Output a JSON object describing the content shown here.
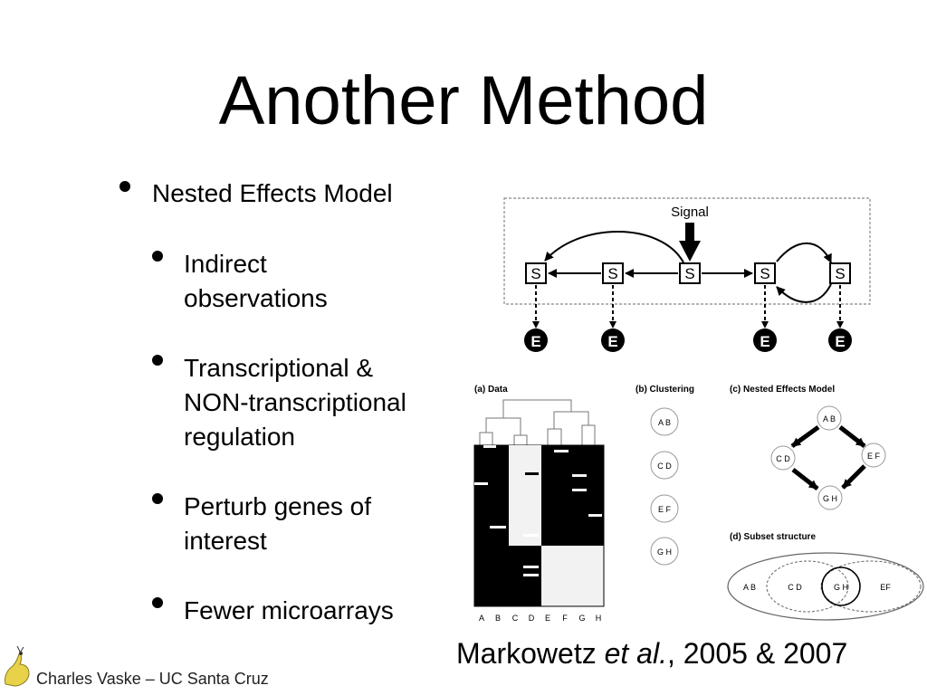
{
  "slide": {
    "title": "Another Method",
    "bullets": [
      {
        "level": 1,
        "lines": [
          "Nested Effects Model"
        ]
      },
      {
        "level": 2,
        "lines": [
          "Indirect",
          "observations"
        ]
      },
      {
        "level": 2,
        "lines": [
          "Transcriptional &",
          "NON-transcriptional",
          "regulation"
        ]
      },
      {
        "level": 2,
        "lines": [
          "Perturb genes of",
          "interest"
        ]
      },
      {
        "level": 2,
        "lines": [
          "Fewer microarrays"
        ]
      }
    ],
    "footer": "Charles Vaske – UC Santa Cruz",
    "citation": {
      "prefix": "Markowetz ",
      "italic": "et al.",
      "suffix": ", 2005 & 2007"
    }
  },
  "diagram_top": {
    "signal_label": "Signal",
    "node_s": "S",
    "node_e": "E"
  },
  "figure": {
    "panels": {
      "a": "(a) Data",
      "b": "(b) Clustering",
      "c": "(c) Nested Effects Model",
      "d": "(d) Subset structure"
    },
    "data_columns": [
      "A",
      "B",
      "C",
      "D",
      "E",
      "F",
      "G",
      "H"
    ],
    "clusters": [
      "A B",
      "C D",
      "E F",
      "G H"
    ],
    "nem_nodes": [
      "A B",
      "C D",
      "E F",
      "G H"
    ],
    "subset_labels": [
      "A B",
      "C D",
      "G H",
      "EF"
    ]
  }
}
